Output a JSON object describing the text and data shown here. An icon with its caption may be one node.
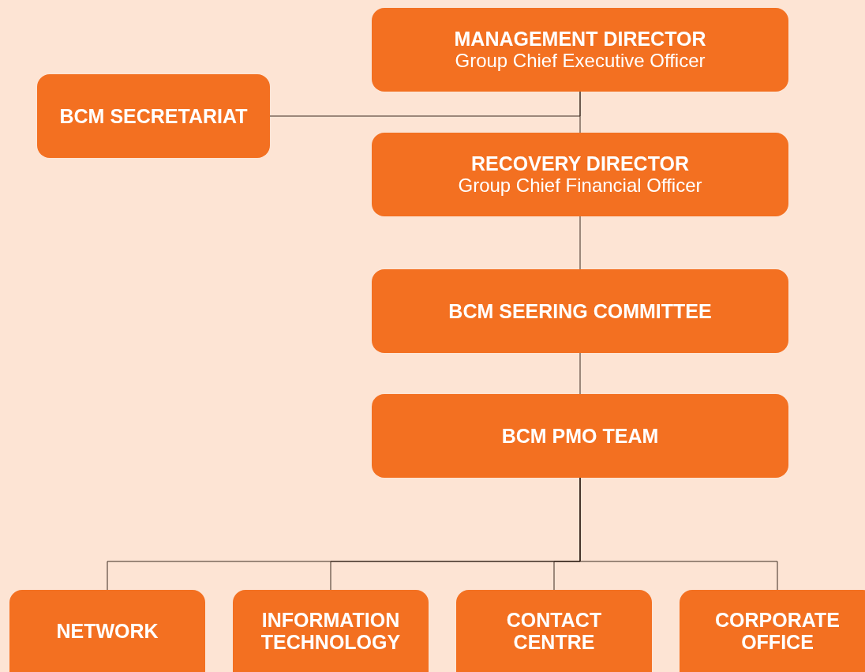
{
  "diagram": {
    "nodes": [
      {
        "text": [
          "MANAGEMENT DIRECTOR",
          "Group Chief Executive Officer"
        ]
      },
      {
        "text": [
          "BCM SECRETARIAT"
        ]
      },
      {
        "text": [
          "RECOVERY DIRECTOR",
          "Group Chief Financial Officer"
        ]
      },
      {
        "text": [
          "BCM SEERING COMMITTEE"
        ]
      },
      {
        "text": [
          "BCM PMO TEAM"
        ]
      },
      {
        "text": [
          "NETWORK"
        ]
      },
      {
        "text": [
          "INFORMATION TECHNOLOGY"
        ]
      },
      {
        "text": [
          "CONTACT CENTRE"
        ]
      },
      {
        "text": [
          "CORPORATE OFFICE"
        ]
      }
    ],
    "edges": [
      {
        "from": 0,
        "to": 1,
        "arrow": "none"
      },
      {
        "from": 0,
        "to": 2,
        "arrow": "none"
      },
      {
        "from": 2,
        "to": 3,
        "arrow": "none"
      },
      {
        "from": 3,
        "to": 4,
        "arrow": "none"
      },
      {
        "from": 4,
        "to": 5,
        "arrow": "none"
      },
      {
        "from": 4,
        "to": 6,
        "arrow": "none"
      },
      {
        "from": 4,
        "to": 7,
        "arrow": "none"
      },
      {
        "from": 4,
        "to": 8,
        "arrow": "none"
      }
    ]
  }
}
